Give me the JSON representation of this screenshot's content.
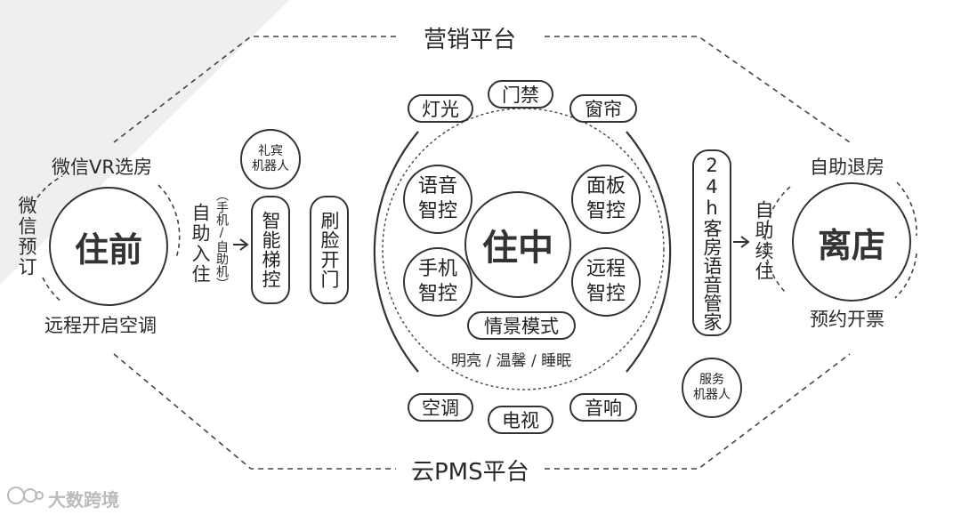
{
  "platforms": {
    "top": "营销平台",
    "bottom": "云PMS平台"
  },
  "before": {
    "title": "住前",
    "wechat_vr": "微信VR选房",
    "wechat_booking": "微信预订",
    "remote_ac": "远程开启空调",
    "self_checkin": "自助入住",
    "self_checkin_note": "（手机/自助机）",
    "smart_elevator": "智能梯控",
    "face_door": "刷脸开门",
    "reception_robot": "礼宾\n机器人"
  },
  "during": {
    "title": "住中",
    "voice": "语音\n智控",
    "panel": "面板\n智控",
    "phone": "手机\n智控",
    "remote": "远程\n智控",
    "scene_mode": "情景模式",
    "scene_options": "明亮 / 温馨 / 睡眠",
    "devices_top": [
      "灯光",
      "门禁",
      "窗帘"
    ],
    "devices_bottom": [
      "空调",
      "电视",
      "音响"
    ],
    "service_robot": "服务\n机器人",
    "butler": "24h客房语音管家"
  },
  "after": {
    "title": "离店",
    "self_renew": "自助续住",
    "self_checkout": "自助退房",
    "invoice": "预约开票"
  },
  "watermark": "大数跨境"
}
